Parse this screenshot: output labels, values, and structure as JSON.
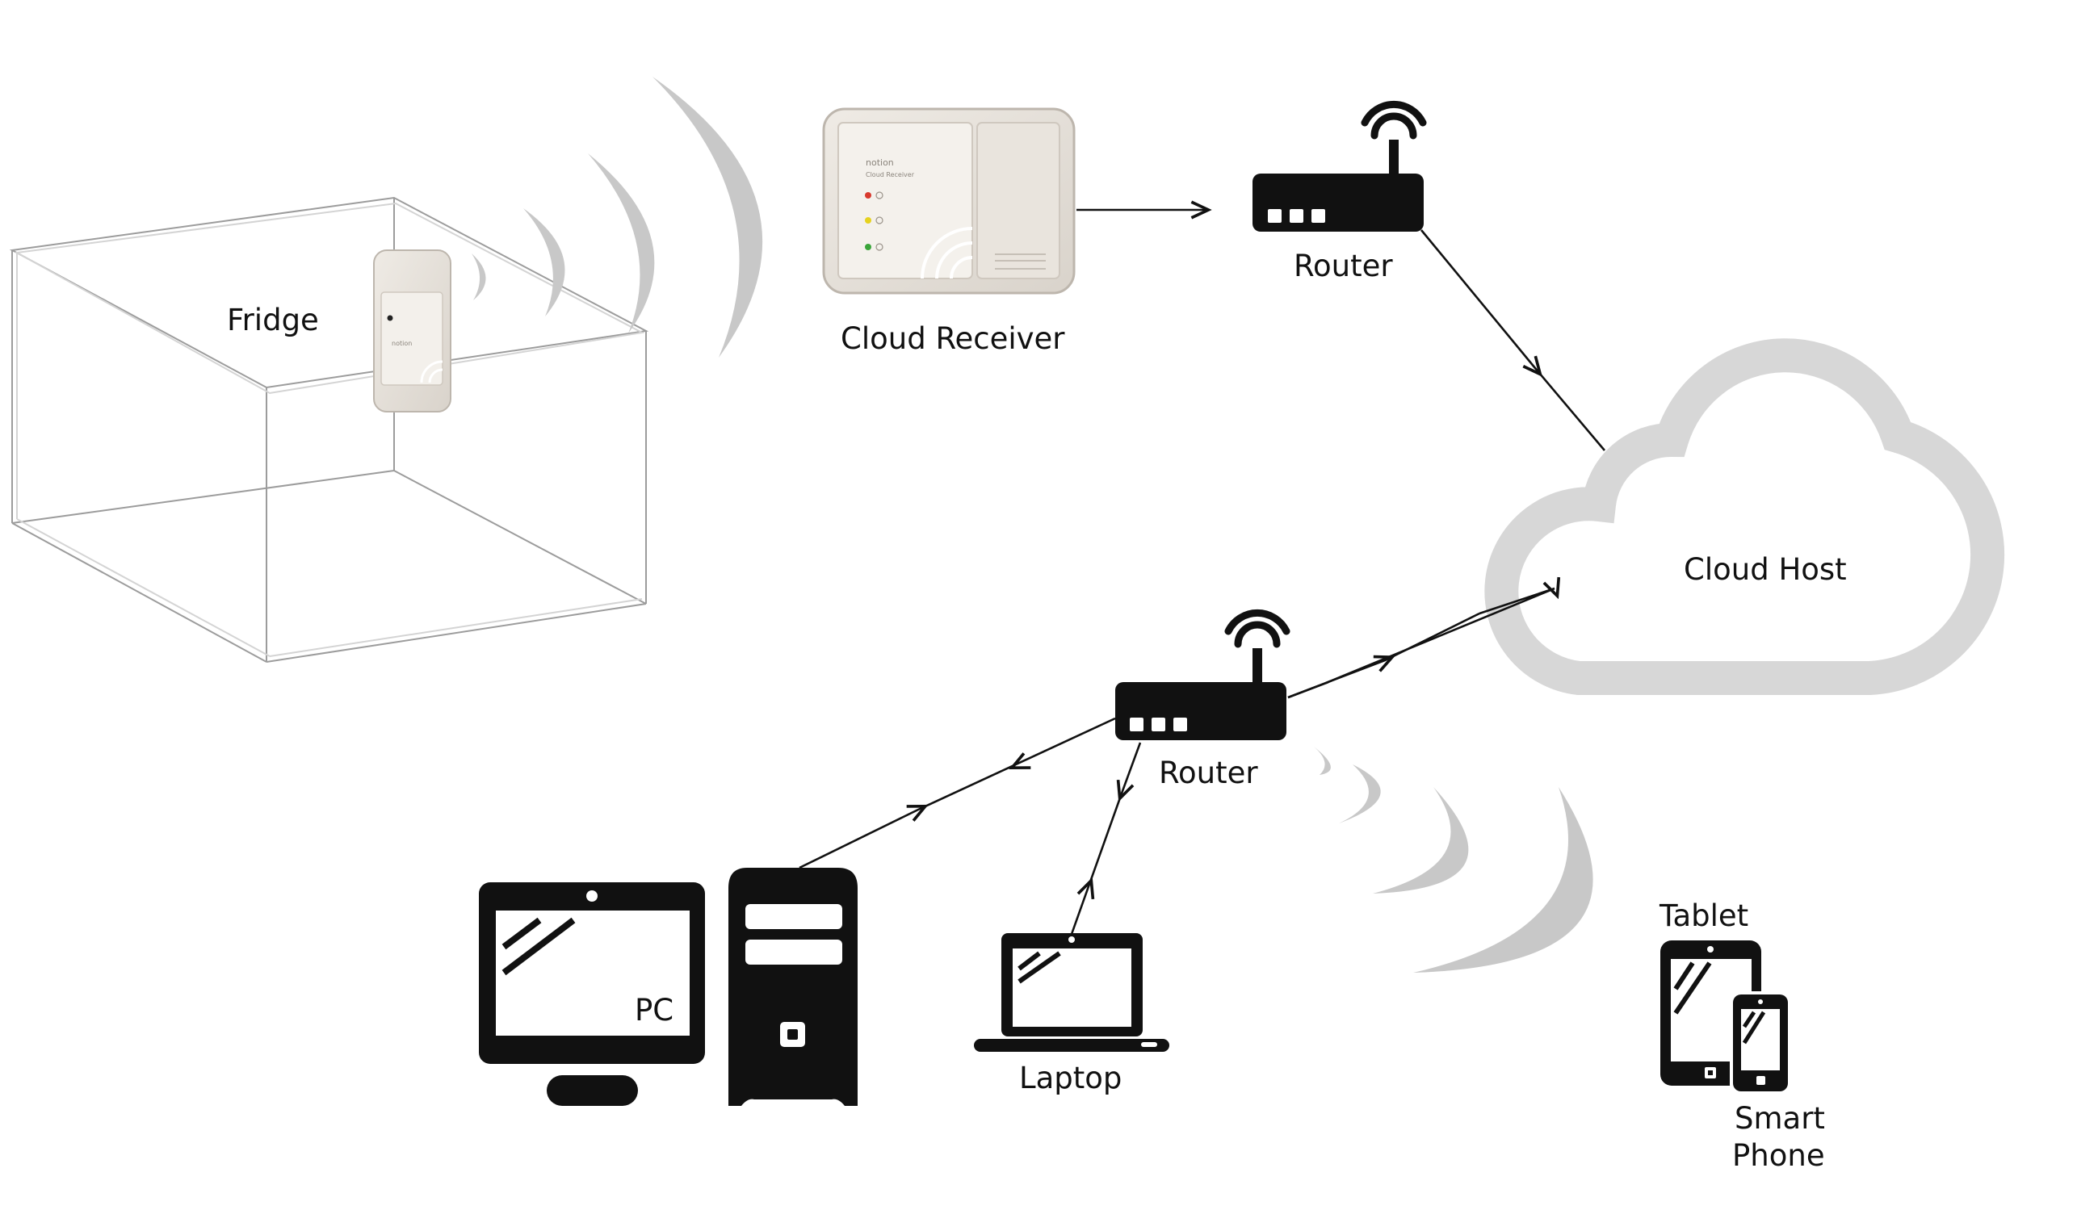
{
  "labels": {
    "fridge": "Fridge",
    "cloud_receiver": "Cloud Receiver",
    "router_top": "Router",
    "cloud_host": "Cloud Host",
    "router_bottom": "Router",
    "pc": "PC",
    "laptop": "Laptop",
    "tablet": "Tablet",
    "smart_phone_line1": "Smart",
    "smart_phone_line2": "Phone"
  },
  "devices": {
    "sensor_brand": "notion",
    "receiver_brand": "notion",
    "receiver_subtitle": "Cloud Receiver"
  },
  "colors": {
    "icon": "#111111",
    "signal_wave": "#c8c8c8",
    "cloud_outline": "#d7d7d7",
    "device_body": "#e6e1da",
    "led_red": "#d83a2e",
    "led_yellow": "#e6d21e",
    "led_green": "#3aa53a"
  },
  "icons": [
    "wifi-icon",
    "router-icon",
    "cloud-icon",
    "monitor-icon",
    "tower-icon",
    "laptop-icon",
    "tablet-icon",
    "phone-icon",
    "signal-wave-icon"
  ]
}
